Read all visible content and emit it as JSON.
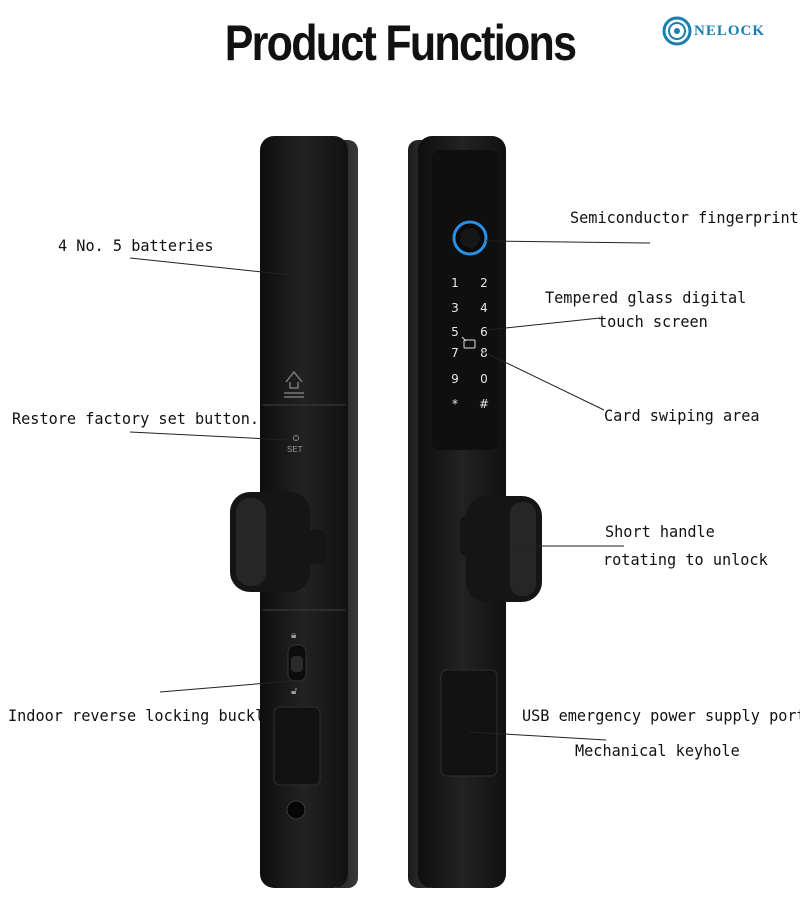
{
  "header": {
    "title": "Product Functions",
    "logo_text": "NELOCK",
    "logo_icon": "onelock-logo-icon"
  },
  "keypad": {
    "keys": [
      "1",
      "2",
      "3",
      "4",
      "5",
      "6",
      "7",
      "8",
      "9",
      "0",
      "*",
      "#"
    ]
  },
  "labels": {
    "batteries": "4 No. 5 batteries",
    "restore": "Restore factory set button.",
    "set_marking": "SET",
    "fingerprint": "Semiconductor fingerprint",
    "touch_screen_line1": "Tempered glass digital",
    "touch_screen_line2": "touch screen",
    "card": "Card swiping area",
    "handle_line1": "Short handle",
    "handle_line2": "rotating to unlock",
    "reverse_lock": "Indoor reverse locking buckle",
    "usb": "USB emergency power supply port",
    "keyhole": "Mechanical keyhole"
  },
  "colors": {
    "lock_body": "#1b1b1b",
    "lock_edge": "#2c2c2c",
    "fingerprint_ring": "#2a8fe0",
    "keypad_text": "#e8e8e8",
    "logo": "#1a7fb0"
  }
}
